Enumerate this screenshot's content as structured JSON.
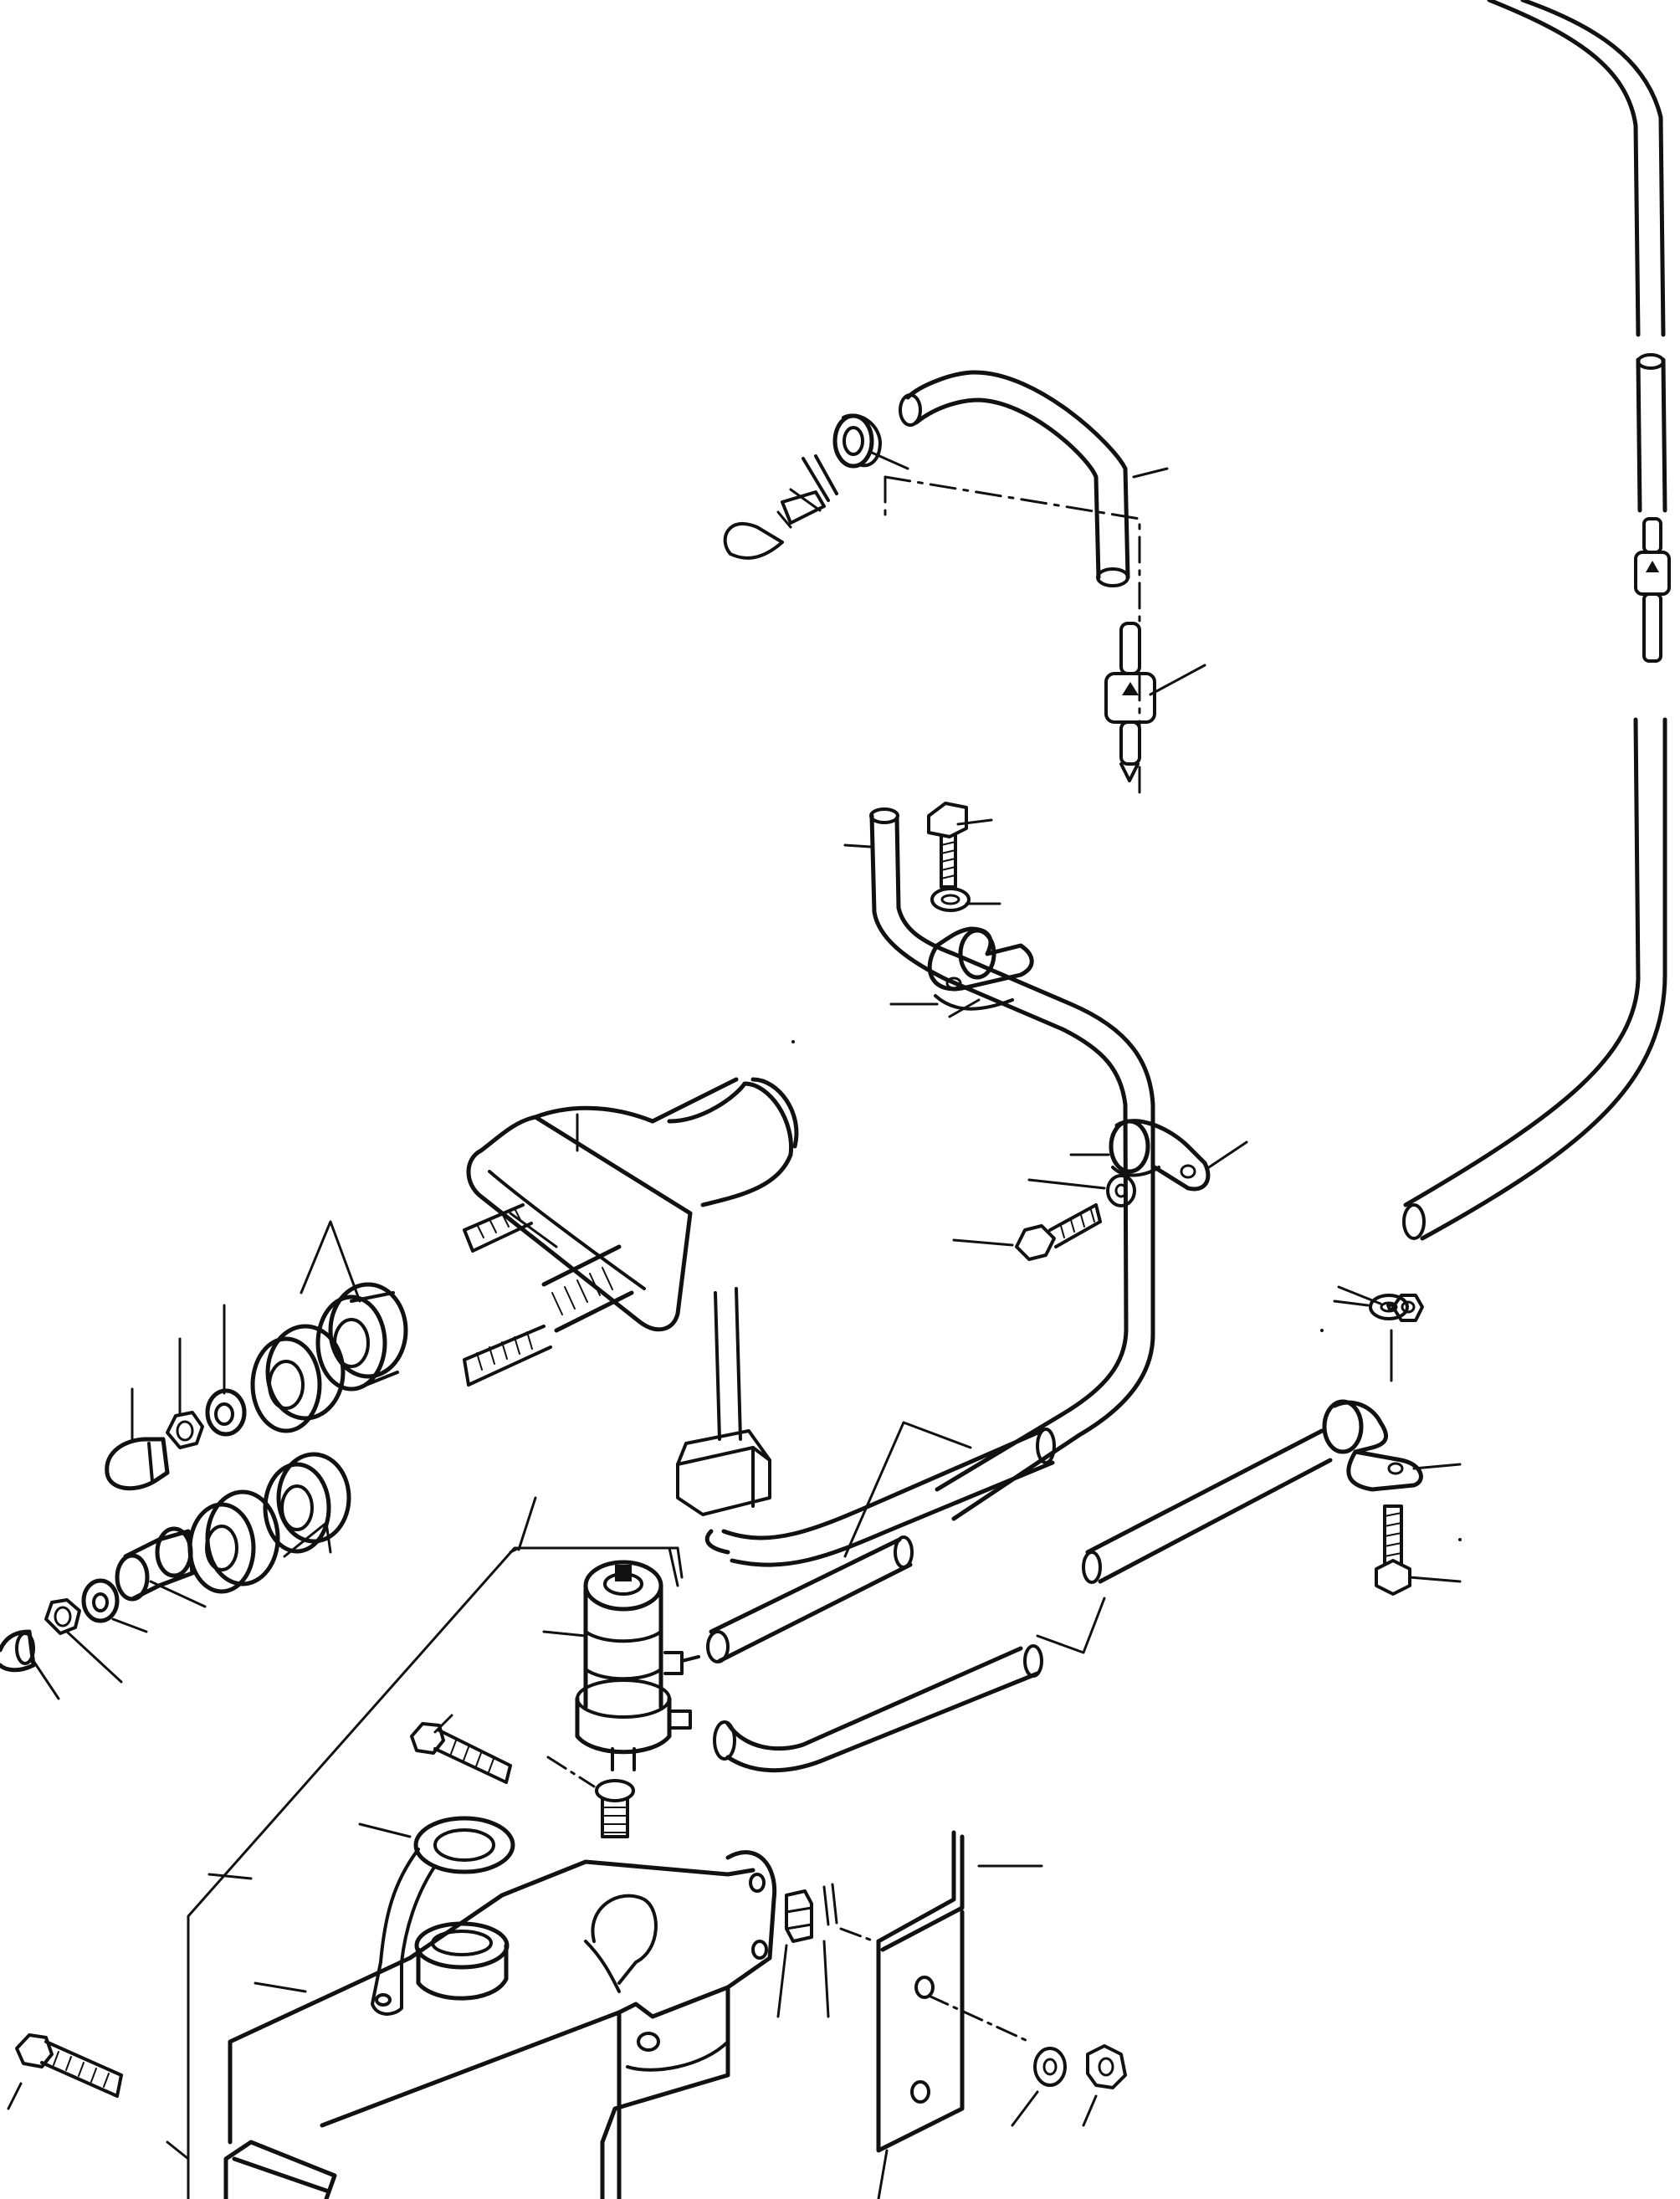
{
  "diagram": {
    "kind": "exploded parts view, windshield washer system",
    "colors": {
      "ink": "#111111",
      "paper": "#ffffff"
    },
    "components": [
      "nozzle",
      "nozzle-fitting",
      "grommet",
      "upper-hose",
      "check-valve",
      "hose-line",
      "bolt",
      "washer",
      "hose-clamp",
      "clip",
      "long-hose-line",
      "washer-motor-pump",
      "connector",
      "reservoir",
      "reservoir-cap",
      "filter",
      "bracket",
      "nut",
      "stud",
      "rubber-mount",
      "spacer",
      "cap-nut"
    ]
  }
}
